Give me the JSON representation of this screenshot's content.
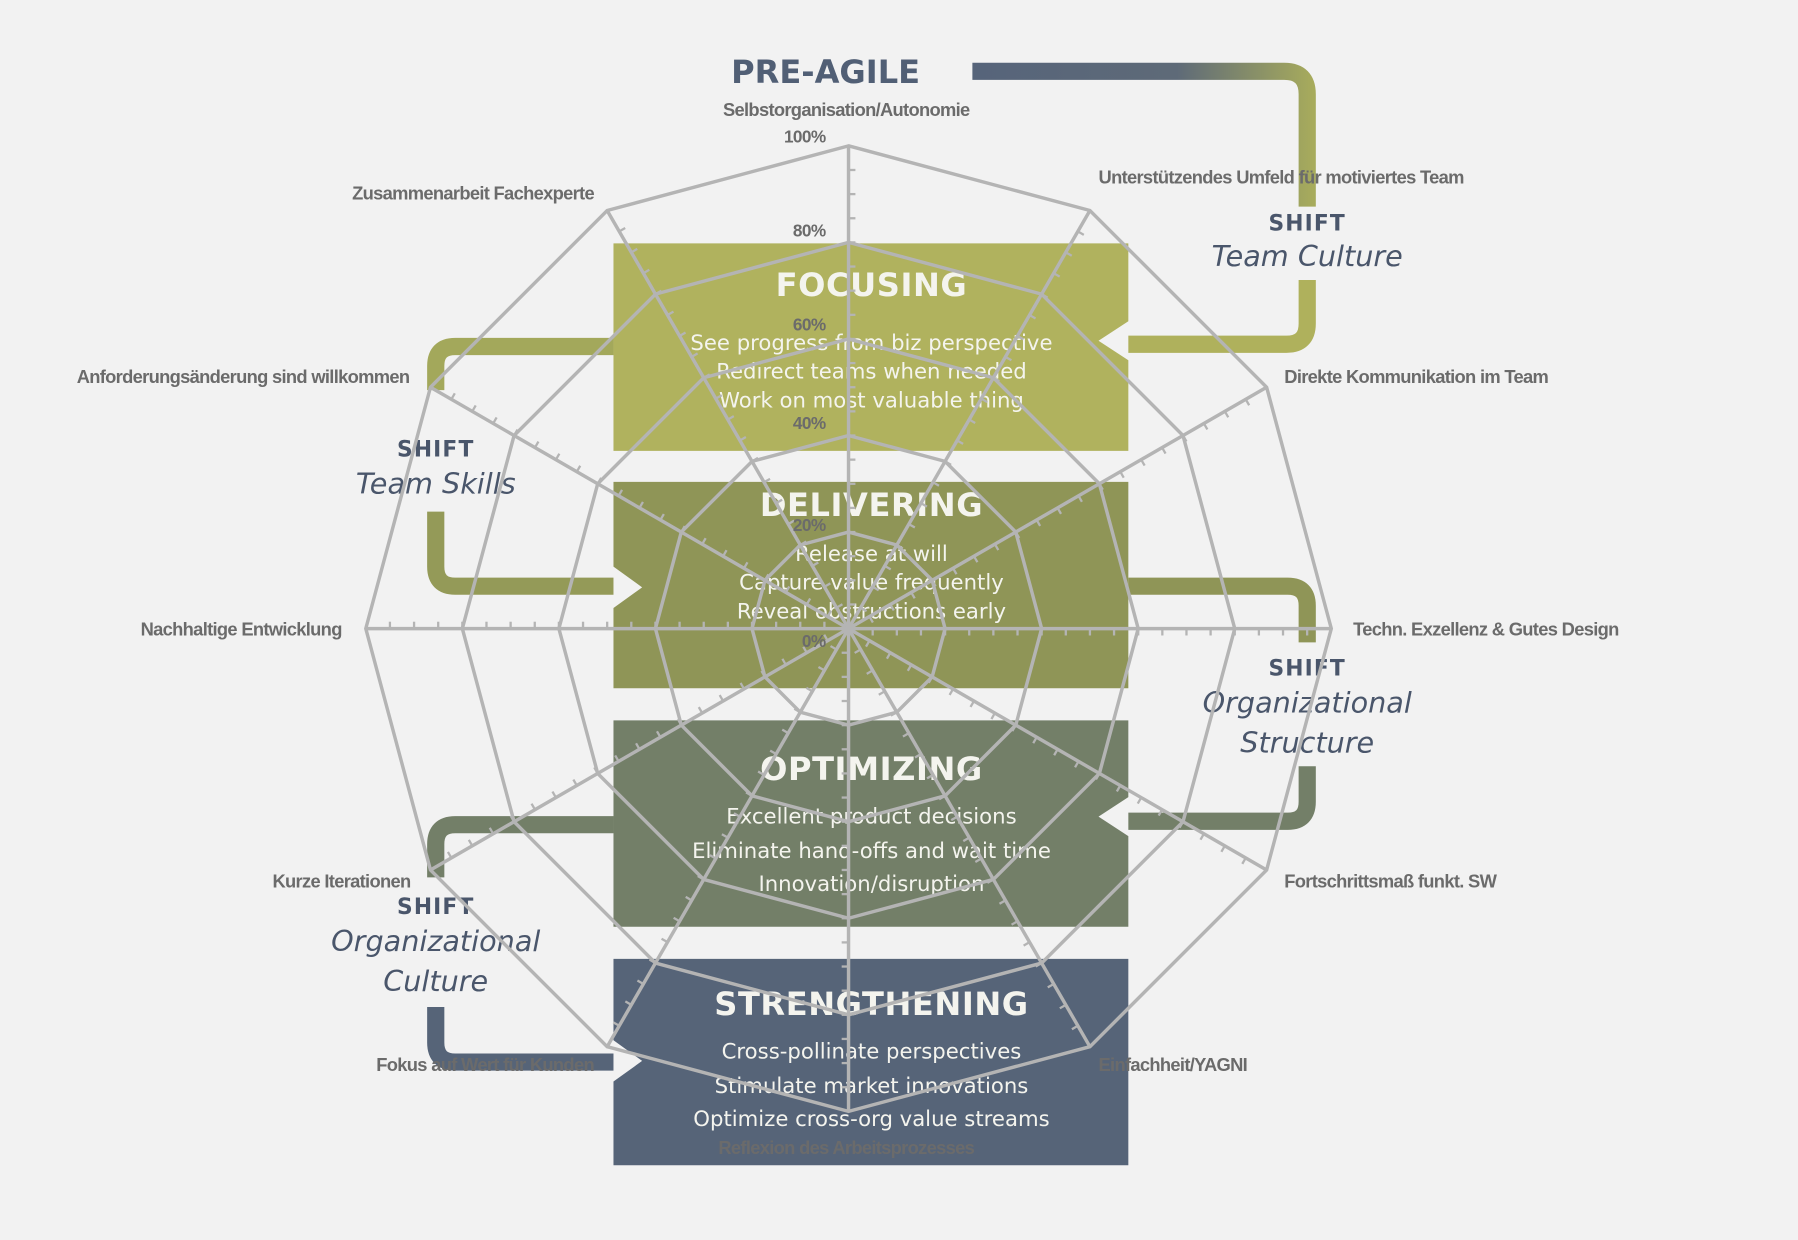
{
  "title": "PRE-AGILE",
  "stages": [
    {
      "title": "FOCUSING",
      "lines": [
        "See progress from biz perspective",
        "Redirect teams when needed",
        "Work on most valuable thing"
      ],
      "color": "#b0b25e"
    },
    {
      "title": "DELIVERING",
      "lines": [
        "Release at will",
        "Capture value frequently",
        "Reveal obstructions early"
      ],
      "color": "#8f9557"
    },
    {
      "title": "OPTIMIZING",
      "lines": [
        "Excellent product decisions",
        "Eliminate hand-offs and wait time",
        "Innovation/disruption"
      ],
      "color": "#737f68"
    },
    {
      "title": "STRENGTHENING",
      "lines": [
        "Cross-pollinate perspectives",
        "Stimulate market innovations",
        "Optimize cross-org value streams"
      ],
      "color": "#566478"
    }
  ],
  "shifts": [
    {
      "label": "SHIFT",
      "name": [
        "Team Culture"
      ]
    },
    {
      "label": "SHIFT",
      "name": [
        "Team Skills"
      ]
    },
    {
      "label": "SHIFT",
      "name": [
        "Organizational",
        "Structure"
      ]
    },
    {
      "label": "SHIFT",
      "name": [
        "Organizational",
        "Culture"
      ]
    }
  ],
  "chart_data": {
    "type": "radar",
    "axes": [
      "Selbstorganisation/Autonomie",
      "Unterstützendes Umfeld für motiviertes Team",
      "Direkte Kommunikation im Team",
      "Techn. Exzellenz & Gutes Design",
      "Fortschrittsmaß funkt. SW",
      "Einfachheit/YAGNI",
      "Reflexion des Arbeitsprozesses",
      "Fokus auf Wert für Kunden",
      "Kurze Iterationen",
      "Nachhaltige Entwicklung",
      "Anforderungsänderung sind willkommen",
      "Zusammenarbeit Fachexperte"
    ],
    "ticks": [
      "0%",
      "20%",
      "40%",
      "60%",
      "80%",
      "100%"
    ],
    "range": [
      0,
      100
    ],
    "grid": true
  },
  "colors": {
    "grid": "#b4b4b4",
    "pre_agile": "#56647a",
    "shift_text": "#4a566b"
  }
}
